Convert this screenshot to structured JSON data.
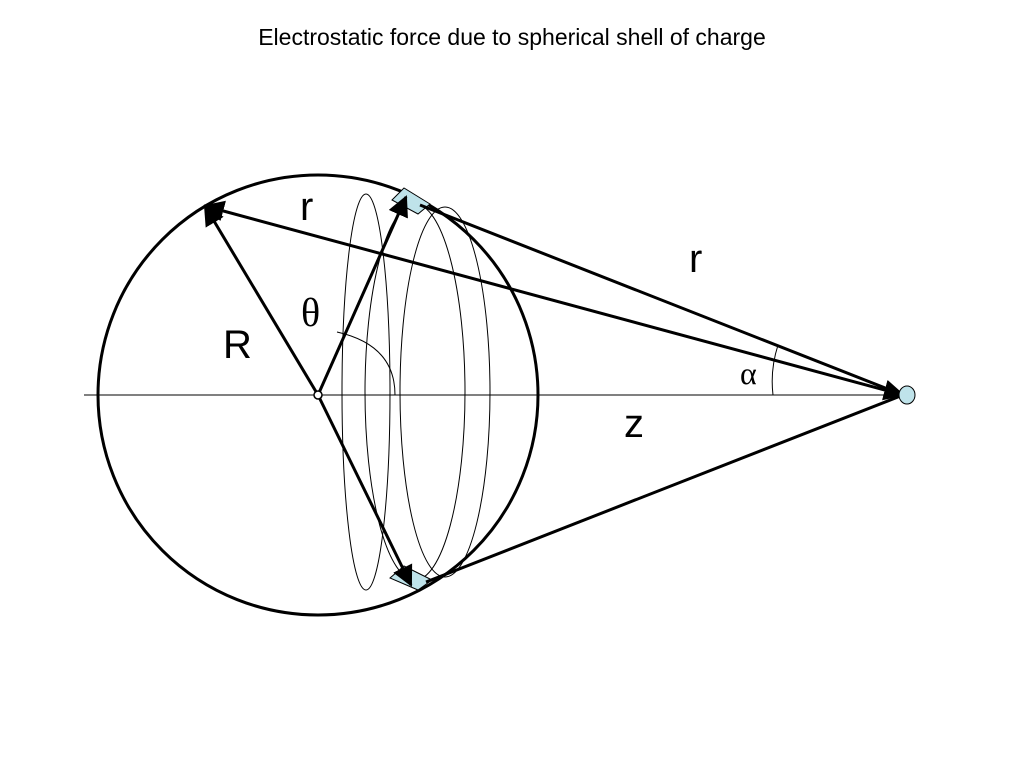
{
  "slide": {
    "title": "Electrostatic force due to spherical shell of charge"
  },
  "labels": {
    "r_top": "r",
    "r_right": "r",
    "theta": "θ",
    "R": "R",
    "alpha": "α",
    "z": "z"
  },
  "colors": {
    "stroke": "#000000",
    "charge_patch": "#bfe3ea",
    "test_charge": "#bfe3ea",
    "background": "#ffffff"
  }
}
